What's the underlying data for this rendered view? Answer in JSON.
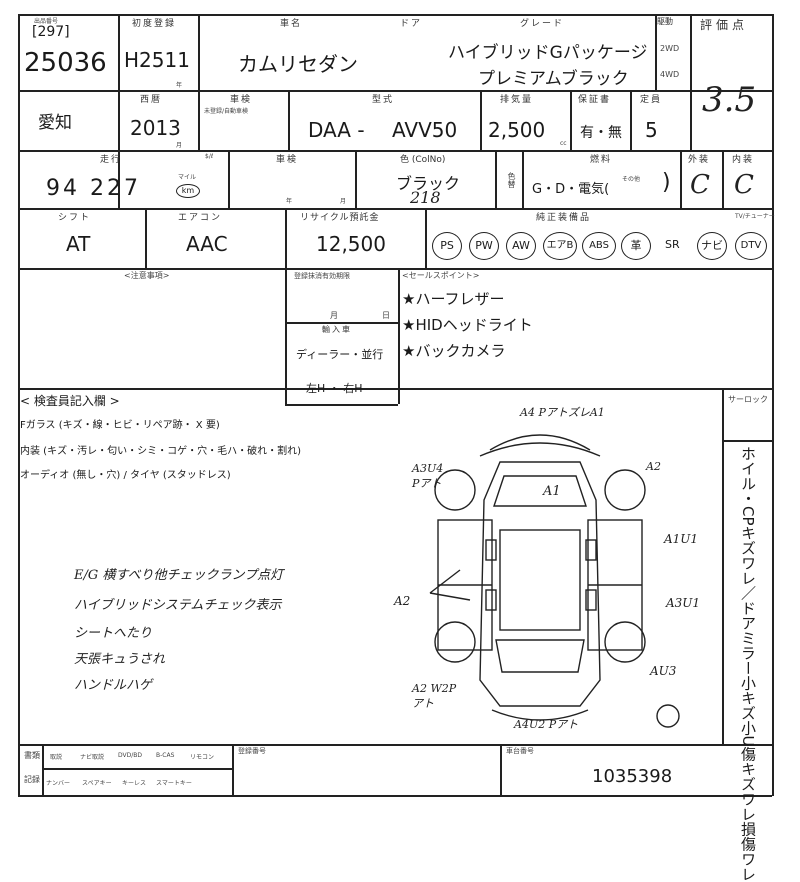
{
  "header": {
    "lot_label": "出品番号",
    "lot_bracket": "[297]",
    "lot_number": "25036",
    "first_reg_label": "初度登録",
    "first_reg": "H2511",
    "year_unit": "年",
    "month_unit": "月",
    "car_name_label": "車名",
    "car_name": "カムリセダン",
    "door_label": "ドア",
    "grade_label": "グレード",
    "grade_line1": "ハイブリッドGパッケージ",
    "grade_line2": "プレミアムブラック",
    "drive_label": "駆動",
    "drive_2wd": "2WD",
    "drive_4wd": "4WD",
    "score_label": "評価点",
    "score": "3.5"
  },
  "row2": {
    "year_label": "西暦",
    "year": "2013",
    "inspection_label": "車検",
    "inspection_note": "未登録/自動車検",
    "model_label": "型式",
    "model_prefix": "DAA -",
    "model": "AVV50",
    "displacement_label": "排気量",
    "displacement": "2,500",
    "cc": "cc",
    "warranty_label": "保証書",
    "warranty": "有・無",
    "capacity_label": "定員",
    "capacity": "5",
    "region": "愛知"
  },
  "row3": {
    "mileage_label": "走行",
    "mileage_unit_label": "$/ℓ",
    "mileage": "94 227",
    "mileage_unit_mile": "マイル",
    "mileage_unit": "km",
    "inspection_label": "車検",
    "year_unit": "年",
    "month_unit": "月",
    "color_label": "色 (ColNo)",
    "color": "ブラック",
    "color_no": "218",
    "color_change_label": "色替",
    "fuel_label": "燃料",
    "fuel": "G・D・電気(",
    "fuel_other": "その他",
    "exterior_label": "外装",
    "exterior": "C",
    "interior_label": "内装",
    "interior": "C"
  },
  "row4": {
    "shift_label": "シフト",
    "shift": "AT",
    "aircon_label": "エアコン",
    "aircon": "AAC",
    "recycle_label": "リサイクル預託金",
    "recycle": "12,500",
    "equip_label": "純正装備品",
    "equip": [
      "PS",
      "PW",
      "AW",
      "エアB",
      "ABS",
      "革",
      "SR",
      "ナビ",
      "DTV"
    ],
    "tv_label": "TV/チューナー"
  },
  "notes": {
    "caution_label": "<注意事項>",
    "delivery_label": "登録抹消有効期限",
    "month_unit": "月",
    "day_unit": "日",
    "import_label": "輸入車",
    "dealer": "ディーラー・並行",
    "handle": "左H ・ 右H",
    "sales_label": "<セールスポイント>",
    "sales_points": [
      "★ハーフレザー",
      "★HIDヘッドライト",
      "★バックカメラ"
    ]
  },
  "inspector": {
    "title": "< 検査員記入欄 >",
    "glass": "Fガラス (キズ・線・ヒビ・リペア跡・ X 要)",
    "interior": "内装 (キズ・汚レ・匂い・シミ・コゲ・穴・毛ハ・破れ・割れ)",
    "audio": "オーディオ (無し・穴) / タイヤ (スタッドレス)",
    "handwritten": [
      "E/G 横すべり他チェックランプ点灯",
      "ハイブリッドシステムチェック表示",
      "シートへたり",
      "天張キュうされ",
      "ハンドルハゲ"
    ],
    "rust_label": "サーロック",
    "wheel_notes": "ホイル・CPキズワレ／ドアミラー小キズ小U傷キズワレ損傷ワレ"
  },
  "diagram_marks": {
    "front_top": "A4 PアトズレA1",
    "left_front": "A3U4 Pアト",
    "right_front": "A2",
    "roof": "A1",
    "right_mid": "A1U1",
    "left_mid": "A2",
    "right_rear": "A3U1",
    "rear_right": "AU3",
    "rear_left": "A2 W2Pアト",
    "bottom": "A4U2 Pアト"
  },
  "footer": {
    "labels_top": [
      "取説",
      "ナビ取説",
      "DVD/BD",
      "B-CAS",
      "リモコン"
    ],
    "labels_bottom": [
      "ナンバー",
      "スペアキー",
      "キーレス",
      "スマートキー"
    ],
    "side_label": "書類",
    "side_label2": "記録",
    "reg_label": "登録番号",
    "vin_label": "車台番号",
    "vin": "1035398"
  }
}
